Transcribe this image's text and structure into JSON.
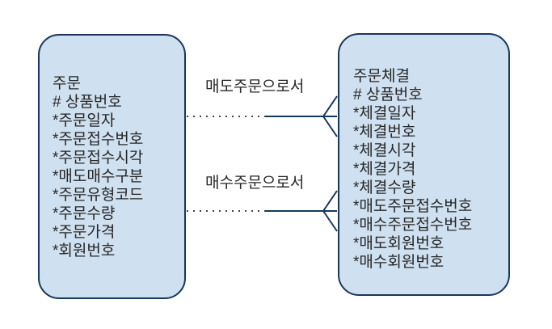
{
  "diagram": {
    "type": "entity-relationship",
    "entities": [
      {
        "title": "주문",
        "attributes": [
          "# 상품번호",
          "*주문일자",
          "*주문접수번호",
          "*주문접수시각",
          "*매도매수구분",
          "*주문유형코드",
          "*주문수량",
          "*주문가격",
          "*회원번호"
        ]
      },
      {
        "title": "주문체결",
        "attributes": [
          "# 상품번호",
          "*체결일자",
          "*체결번호",
          "*체결시각",
          "*체결가격",
          "*체결수량",
          "*매도주문접수번호",
          "*매수주문접수번호",
          "*매도회원번호",
          "*매수회원번호"
        ]
      }
    ],
    "relationships": [
      {
        "label": "매도주문으로서",
        "crow_foot_side": "주문체결",
        "line_style": "dotted-then-solid"
      },
      {
        "label": "매수주문으로서",
        "crow_foot_side": "주문체결",
        "line_style": "dotted-then-solid"
      }
    ],
    "colors": {
      "entity_fill": "#cfe0f0",
      "entity_border": "#17375d",
      "connector": "#17375d",
      "dotted_segment": "#3d434b",
      "text": "#262626",
      "background": "#ffffff"
    }
  }
}
